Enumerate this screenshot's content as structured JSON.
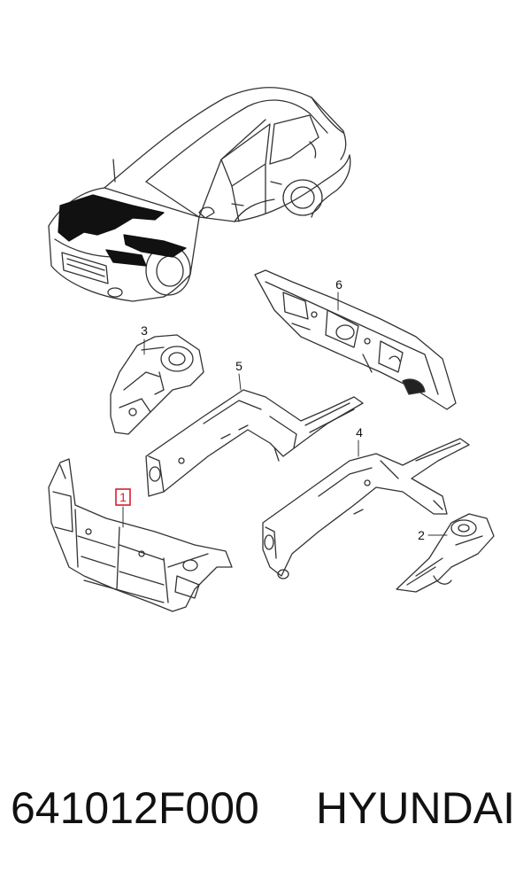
{
  "diagram": {
    "part_labels": [
      {
        "id": "callout-1",
        "text": "1",
        "highlighted": true
      },
      {
        "id": "callout-2",
        "text": "2",
        "highlighted": false
      },
      {
        "id": "callout-3",
        "text": "3",
        "highlighted": false
      },
      {
        "id": "callout-4",
        "text": "4",
        "highlighted": false
      },
      {
        "id": "callout-5",
        "text": "5",
        "highlighted": false
      },
      {
        "id": "callout-6",
        "text": "6",
        "highlighted": false
      }
    ],
    "highlight_color": "#d9202a",
    "line_color": "#333333"
  },
  "caption": {
    "part_number": "641012F000",
    "brand": "HYUNDAI"
  }
}
